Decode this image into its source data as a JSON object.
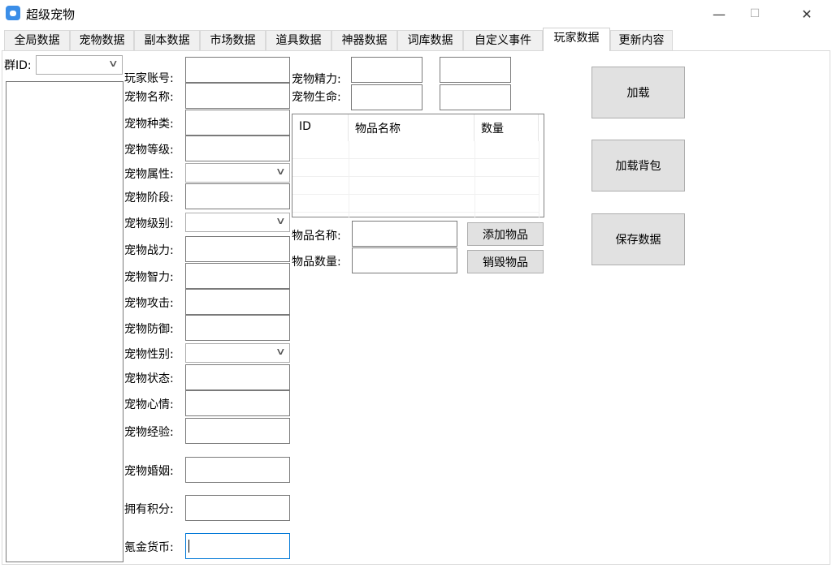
{
  "window": {
    "title": "超级宠物",
    "minimize": "—",
    "maximize": "☐",
    "close": "✕"
  },
  "tabs": [
    "全局数据",
    "宠物数据",
    "副本数据",
    "市场数据",
    "道具数据",
    "神器数据",
    "词库数据",
    "自定义事件",
    "玩家数据",
    "更新内容"
  ],
  "selected_tab": "玩家数据",
  "group": {
    "label": "群ID:",
    "value": ""
  },
  "fields": [
    {
      "label": "玩家账号:",
      "type": "text",
      "value": ""
    },
    {
      "label": "宠物名称:",
      "type": "text",
      "value": ""
    },
    {
      "label": "宠物种类:",
      "type": "text",
      "value": ""
    },
    {
      "label": "宠物等级:",
      "type": "text",
      "value": ""
    },
    {
      "label": "宠物属性:",
      "type": "combo",
      "value": ""
    },
    {
      "label": "宠物阶段:",
      "type": "text",
      "value": ""
    },
    {
      "label": "宠物级别:",
      "type": "combo",
      "value": ""
    },
    {
      "label": "宠物战力:",
      "type": "text",
      "value": ""
    },
    {
      "label": "宠物智力:",
      "type": "text",
      "value": ""
    },
    {
      "label": "宠物攻击:",
      "type": "text",
      "value": ""
    },
    {
      "label": "宠物防御:",
      "type": "text",
      "value": ""
    },
    {
      "label": "宠物性别:",
      "type": "combo",
      "value": ""
    },
    {
      "label": "宠物状态:",
      "type": "text",
      "value": ""
    },
    {
      "label": "宠物心情:",
      "type": "text",
      "value": ""
    },
    {
      "label": "宠物经验:",
      "type": "text",
      "value": ""
    },
    {
      "label": "宠物婚姻:",
      "type": "text",
      "value": ""
    },
    {
      "label": "拥有积分:",
      "type": "text",
      "value": ""
    },
    {
      "label": "氪金货币:",
      "type": "text",
      "value": ""
    }
  ],
  "stats": {
    "energy_label": "宠物精力:",
    "life_label": "宠物生命:"
  },
  "table": {
    "columns": [
      "ID",
      "物品名称",
      "数量"
    ],
    "rows": []
  },
  "item": {
    "name_label": "物品名称:",
    "count_label": "物品数量:",
    "add_button": "添加物品",
    "destroy_button": "销毁物品"
  },
  "actions": {
    "load": "加载",
    "load_bag": "加载背包",
    "save": "保存数据"
  }
}
